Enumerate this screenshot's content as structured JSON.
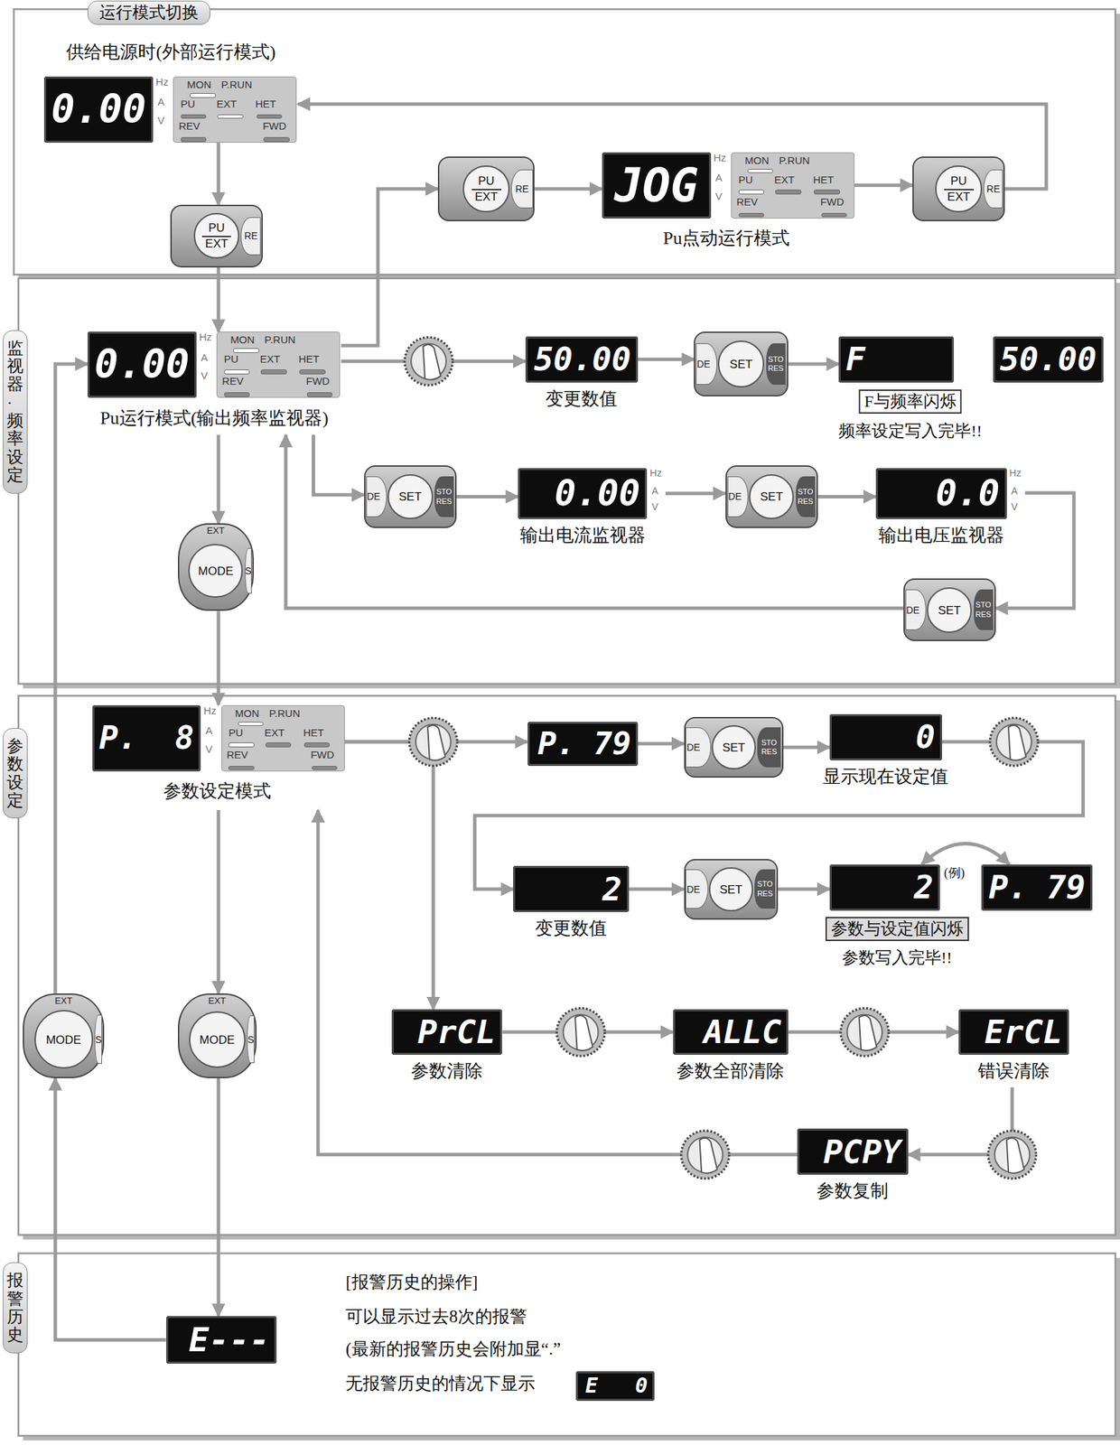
{
  "diagram": {
    "nodes": [
      {
        "text": [
          "运行模式切换"
        ]
      },
      {
        "text": [
          "监视器·频率设定"
        ]
      },
      {
        "text": [
          "参数设定"
        ]
      },
      {
        "text": [
          "报警历史"
        ]
      },
      {
        "text": [
          "供给电源时(外部运行模式)",
          "0.00",
          "Hz",
          "A",
          "V",
          "MON",
          "P.RUN",
          "PU",
          "EXT",
          "HET",
          "REV",
          "FWD"
        ],
        "in": 0
      },
      {
        "text": [
          "PU",
          "EXT",
          "RE"
        ],
        "in": 0
      },
      {
        "text": [
          "PU",
          "EXT",
          "RE"
        ],
        "in": 0
      },
      {
        "text": [
          "JOG",
          "Hz",
          "A",
          "V",
          "MON",
          "P.RUN",
          "PU",
          "EXT",
          "HET",
          "REV",
          "FWD",
          "Pu点动运行模式"
        ],
        "in": 0
      },
      {
        "text": [
          "PU",
          "EXT",
          "RE"
        ],
        "in": 0
      },
      {
        "text": [
          "0.00",
          "Hz",
          "A",
          "V",
          "MON",
          "P.RUN",
          "PU",
          "EXT",
          "HET",
          "REV",
          "FWD",
          "Pu运行模式(输出频率监视器)"
        ],
        "in": 1
      },
      {
        "text": [
          "50.00",
          "变更数值"
        ],
        "in": 1
      },
      {
        "text": [
          "DE",
          "SET",
          "STO",
          "RES"
        ],
        "in": 1
      },
      {
        "text": [
          "F"
        ],
        "in": 1
      },
      {
        "text": [
          "50.00"
        ],
        "in": 1
      },
      {
        "text": [
          "F与频率闪烁",
          "频率设定写入完毕!!"
        ],
        "in": 1
      },
      {
        "text": [
          "DE",
          "SET",
          "STO",
          "RES"
        ],
        "in": 1
      },
      {
        "text": [
          "0.00",
          "Hz",
          "A",
          "V",
          "输出电流监视器"
        ],
        "in": 1
      },
      {
        "text": [
          "DE",
          "SET",
          "STO",
          "RES"
        ],
        "in": 1
      },
      {
        "text": [
          "0.0",
          "Hz",
          "A",
          "V",
          "输出电压监视器"
        ],
        "in": 1
      },
      {
        "text": [
          "DE",
          "SET",
          "STO",
          "RES"
        ],
        "in": 1
      },
      {
        "text": [
          "EXT",
          "MODE",
          "S"
        ],
        "in": 1
      },
      {
        "text": [
          "P.  8",
          "Hz",
          "A",
          "V",
          "MON",
          "P.RUN",
          "PU",
          "EXT",
          "HET",
          "REV",
          "FWD",
          "参数设定模式"
        ],
        "in": 2
      },
      {
        "text": [
          "P. 79"
        ],
        "in": 2
      },
      {
        "text": [
          "DE",
          "SET",
          "STO",
          "RES"
        ],
        "in": 2
      },
      {
        "text": [
          "0",
          "显示现在设定值"
        ],
        "in": 2
      },
      {
        "text": [
          "2",
          "变更数值"
        ],
        "in": 2
      },
      {
        "text": [
          "DE",
          "SET",
          "STO",
          "RES"
        ],
        "in": 2
      },
      {
        "text": [
          "2"
        ],
        "in": 2
      },
      {
        "text": [
          "P. 79"
        ],
        "in": 2
      },
      {
        "text": [
          "参数与设定值闪烁",
          "参数写入完毕!!"
        ],
        "in": 2
      },
      {
        "text": [
          "EXT",
          "MODE",
          "S"
        ],
        "in": 2
      },
      {
        "text": [
          "EXT",
          "MODE",
          "S"
        ],
        "in": 2
      },
      {
        "text": [
          "PrCL",
          "参数清除"
        ],
        "in": 2
      },
      {
        "text": [
          "ALLC",
          "参数全部清除"
        ],
        "in": 2
      },
      {
        "text": [
          "ErCL",
          "错误清除"
        ],
        "in": 2
      },
      {
        "text": [
          "PCPY",
          "参数复制"
        ],
        "in": 2
      },
      {
        "text": [
          "E---"
        ],
        "in": 3
      },
      {
        "text": [
          "E   0"
        ],
        "in": 3
      }
    ],
    "edges": [
      {
        "from": 4,
        "to": 5,
        "arrow": "to"
      },
      {
        "from": 5,
        "to": 9,
        "arrow": "to"
      },
      {
        "from": 9,
        "to": 6,
        "arrow": "to"
      },
      {
        "from": 6,
        "to": 7,
        "arrow": "to"
      },
      {
        "from": 7,
        "to": 8,
        "arrow": "to"
      },
      {
        "from": 8,
        "to": 4,
        "arrow": "to"
      },
      {
        "from": 9,
        "to": 10,
        "arrow": "to"
      },
      {
        "from": 10,
        "to": 11,
        "arrow": "to"
      },
      {
        "from": 11,
        "to": 12,
        "arrow": "to"
      },
      {
        "from": 9,
        "to": 15,
        "arrow": "to"
      },
      {
        "from": 15,
        "to": 16,
        "arrow": "to"
      },
      {
        "from": 16,
        "to": 17,
        "arrow": "to"
      },
      {
        "from": 17,
        "to": 18,
        "arrow": "to"
      },
      {
        "from": 18,
        "to": 19,
        "arrow": "to"
      },
      {
        "from": 19,
        "to": 9,
        "arrow": "to"
      },
      {
        "from": 9,
        "to": 20,
        "arrow": "to"
      },
      {
        "from": 20,
        "to": 21,
        "arrow": "to"
      },
      {
        "from": 21,
        "to": 22,
        "arrow": "to"
      },
      {
        "from": 22,
        "to": 23,
        "arrow": "to"
      },
      {
        "from": 23,
        "to": 24,
        "arrow": "to"
      },
      {
        "from": 24,
        "to": 25,
        "arrow": "to"
      },
      {
        "from": 25,
        "to": 26,
        "arrow": "to"
      },
      {
        "from": 26,
        "to": 27,
        "arrow": "to"
      },
      {
        "from": 27,
        "to": 28,
        "arrow": "both"
      },
      {
        "from": 21,
        "to": 32,
        "arrow": "to"
      },
      {
        "from": 32,
        "to": 33,
        "arrow": "to"
      },
      {
        "from": 33,
        "to": 34,
        "arrow": "to"
      },
      {
        "from": 34,
        "to": 35,
        "arrow": "to"
      },
      {
        "from": 35,
        "to": 21,
        "arrow": "to"
      },
      {
        "from": 21,
        "to": 31,
        "arrow": "to"
      },
      {
        "from": 31,
        "to": 36,
        "arrow": "to"
      },
      {
        "from": 36,
        "to": 30,
        "arrow": "to"
      },
      {
        "from": 30,
        "to": 9,
        "arrow": "to"
      }
    ],
    "labels": [
      "(例)",
      "[报警历史的操作]",
      "可以显示过去8次的报警",
      "(最新的报警历史会附加显“.”",
      "无报警历史的情况下显示"
    ]
  }
}
